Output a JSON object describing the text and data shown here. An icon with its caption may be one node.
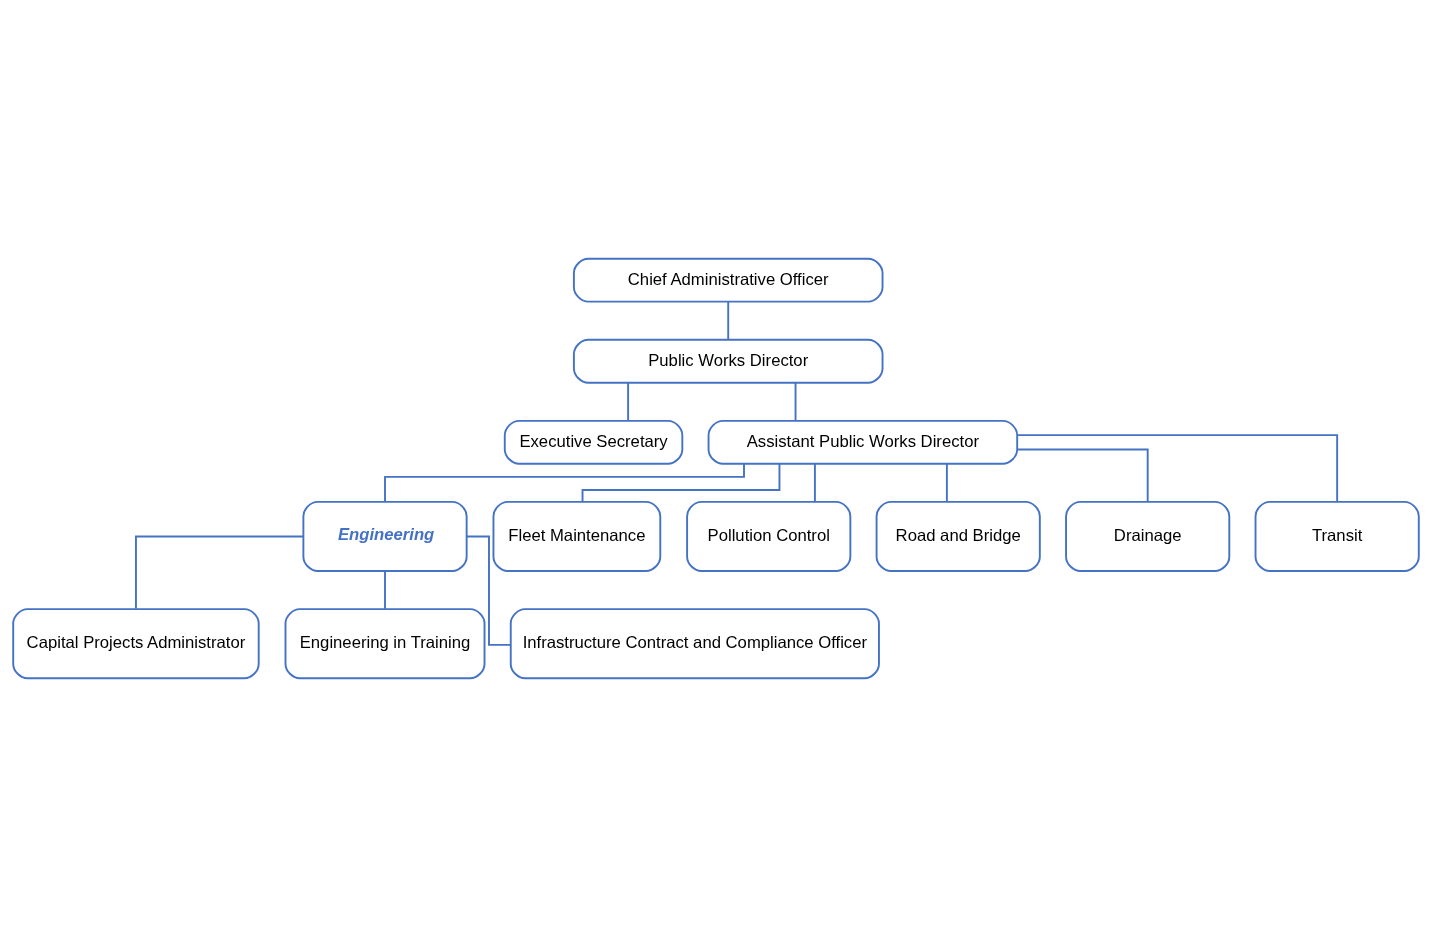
{
  "diagram": {
    "nodes": [
      {
        "text": [
          "Chief Administrative Officer"
        ]
      },
      {
        "text": [
          "Public Works Director"
        ]
      },
      {
        "text": [
          "Executive Secretary"
        ]
      },
      {
        "text": [
          "Assistant Public Works Director"
        ]
      },
      {
        "text": [
          "Engineering"
        ]
      },
      {
        "text": [
          "Fleet Maintenance"
        ]
      },
      {
        "text": [
          "Pollution Control"
        ]
      },
      {
        "text": [
          "Road and Bridge"
        ]
      },
      {
        "text": [
          "Drainage"
        ]
      },
      {
        "text": [
          "Transit"
        ]
      },
      {
        "text": [
          "Capital Projects Administrator"
        ]
      },
      {
        "text": [
          "Engineering in Training"
        ]
      },
      {
        "text": [
          "Infrastructure Contract and Compliance Officer"
        ]
      }
    ],
    "edges": [
      {
        "from": 0,
        "to": 1,
        "arrow": "none"
      },
      {
        "from": 1,
        "to": 2,
        "arrow": "none"
      },
      {
        "from": 1,
        "to": 3,
        "arrow": "none"
      },
      {
        "from": 3,
        "to": 4,
        "arrow": "none"
      },
      {
        "from": 3,
        "to": 5,
        "arrow": "none"
      },
      {
        "from": 3,
        "to": 6,
        "arrow": "none"
      },
      {
        "from": 3,
        "to": 7,
        "arrow": "none"
      },
      {
        "from": 3,
        "to": 8,
        "arrow": "none"
      },
      {
        "from": 3,
        "to": 9,
        "arrow": "none"
      },
      {
        "from": 4,
        "to": 10,
        "arrow": "none"
      },
      {
        "from": 4,
        "to": 11,
        "arrow": "none"
      },
      {
        "from": 4,
        "to": 12,
        "arrow": "none"
      }
    ]
  }
}
